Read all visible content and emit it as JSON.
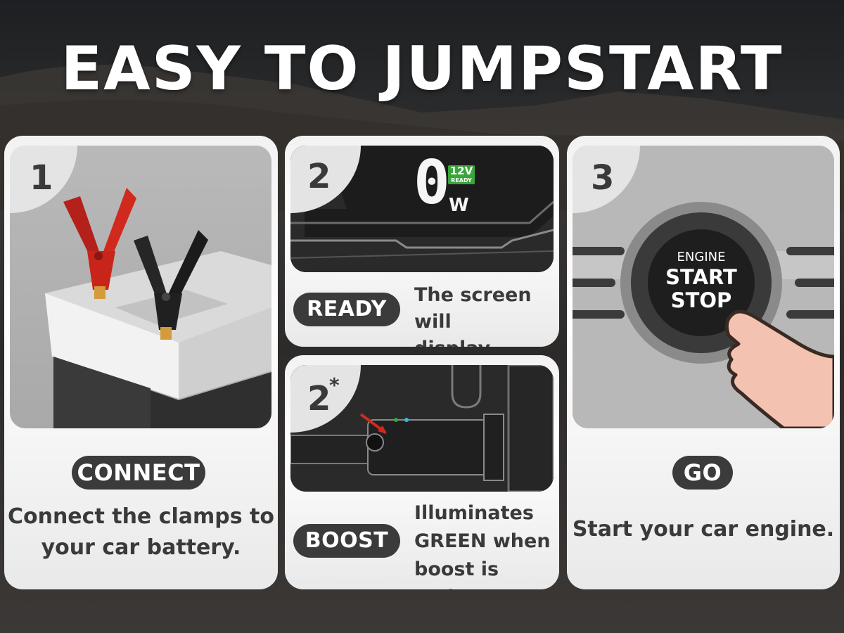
{
  "title": "EASY TO JUMPSTART",
  "steps": {
    "s1": {
      "num": "1",
      "label": "CONNECT",
      "desc_line1": "Connect the clamps to",
      "desc_line2": "your car battery."
    },
    "s2": {
      "num": "2",
      "label": "READY",
      "desc_line1": "The screen will",
      "desc_line2": "display READY.",
      "display_digit": "0",
      "display_unit": "W",
      "badge_voltage": "12V",
      "badge_status": "READY"
    },
    "s2b": {
      "num": "2",
      "sup": "*",
      "label": "BOOST",
      "desc_line1": "Illuminates",
      "desc_line2": "GREEN when",
      "desc_line3": "boost is active."
    },
    "s3": {
      "num": "3",
      "label": "GO",
      "desc": "Start your car engine.",
      "button_line1": "ENGINE",
      "button_line2": "START",
      "button_line3": "STOP"
    }
  },
  "colors": {
    "pill": "#3b3b3b",
    "clamp_red": "#c8241a",
    "clamp_black": "#1f1f1f",
    "ready_green": "#3aa53a"
  }
}
